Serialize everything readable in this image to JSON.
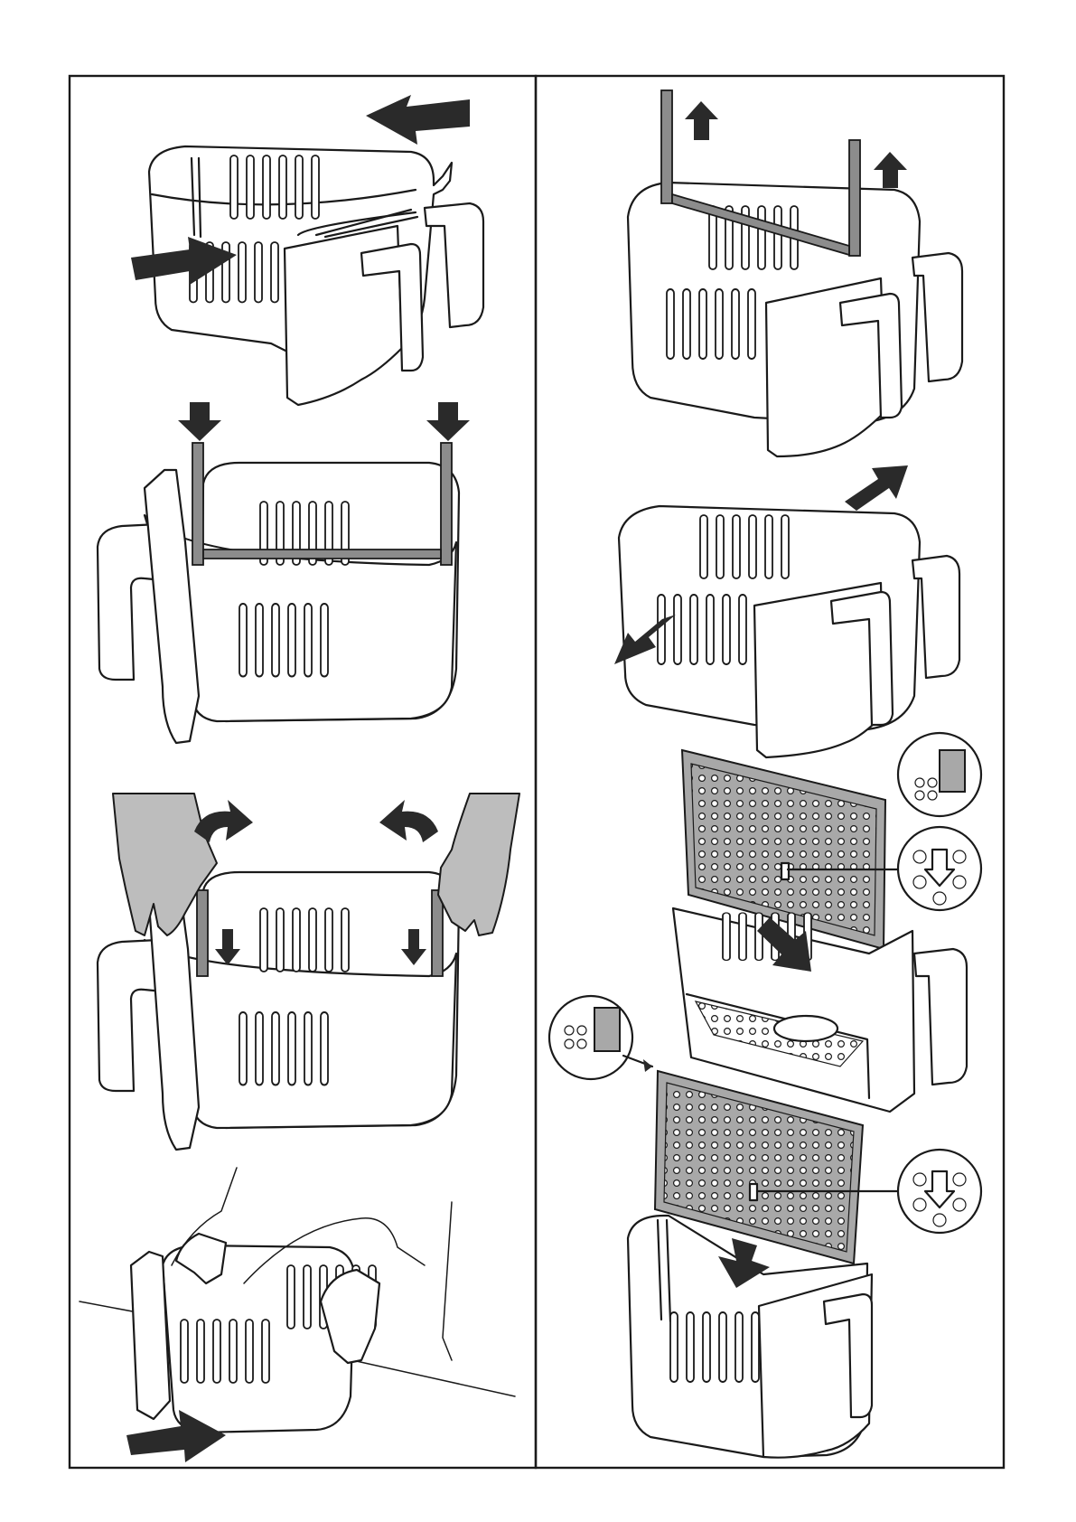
{
  "figure": {
    "panels": [
      {
        "steps": [
          "slide-out-divider",
          "insert-rails",
          "press-rails-down",
          "insert-basket"
        ]
      },
      {
        "steps": [
          "lift-rail-frame",
          "pull-basket-apart",
          "fit-upper-grill-plate",
          "fit-lower-grill-plate"
        ]
      }
    ],
    "colors": {
      "line": "#1a1a1a",
      "arrow": "#2a2a2a",
      "part_fill": "#a8a8a8",
      "background": "#ffffff"
    }
  }
}
